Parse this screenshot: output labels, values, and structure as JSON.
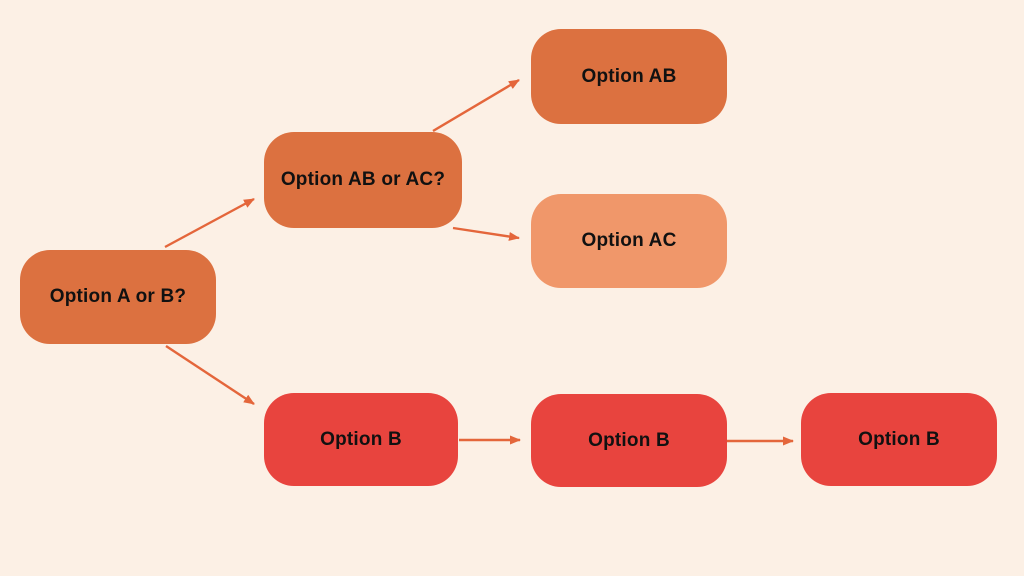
{
  "diagram": {
    "background_color": "#FCF0E5",
    "arrow_color": "#E4663B",
    "text_color": "#111111",
    "nodes": [
      {
        "id": "option-a-or-b",
        "label": "Option A or B?",
        "color": "#DC7140"
      },
      {
        "id": "option-ab-or-ac",
        "label": "Option AB or AC?",
        "color": "#DC7140"
      },
      {
        "id": "option-ab",
        "label": "Option AB",
        "color": "#DC7140"
      },
      {
        "id": "option-ac",
        "label": "Option AC",
        "color": "#F0976A"
      },
      {
        "id": "option-b-1",
        "label": "Option B",
        "color": "#E8443E"
      },
      {
        "id": "option-b-2",
        "label": "Option B",
        "color": "#E8443E"
      },
      {
        "id": "option-b-3",
        "label": "Option B",
        "color": "#E8443E"
      }
    ],
    "edges": [
      {
        "from": "option-a-or-b",
        "to": "option-ab-or-ac"
      },
      {
        "from": "option-a-or-b",
        "to": "option-b-1"
      },
      {
        "from": "option-ab-or-ac",
        "to": "option-ab"
      },
      {
        "from": "option-ab-or-ac",
        "to": "option-ac"
      },
      {
        "from": "option-b-1",
        "to": "option-b-2"
      },
      {
        "from": "option-b-2",
        "to": "option-b-3"
      }
    ]
  }
}
